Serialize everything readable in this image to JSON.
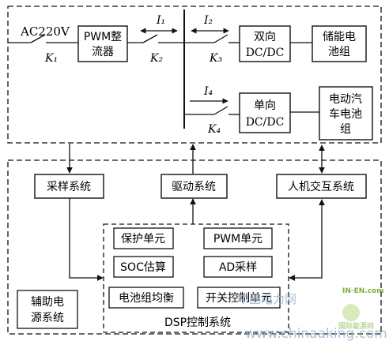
{
  "power_section": {
    "source_label": "AC220V",
    "switches": {
      "k1": "K₁",
      "k2": "K₂",
      "k3": "K₃",
      "k4": "K₄"
    },
    "currents": {
      "i1": "I₁",
      "i2": "I₂",
      "i4": "I₄"
    },
    "pwm_rectifier": [
      "PWM整",
      "流器"
    ],
    "bidirectional_dcdc": [
      "双向",
      "DC/DC"
    ],
    "storage_battery": [
      "储能电",
      "池组"
    ],
    "unidirectional_dcdc": [
      "单向",
      "DC/DC"
    ],
    "ev_battery": [
      "电动汽",
      "车电池",
      "组"
    ]
  },
  "control_section": {
    "sampling_system": "采样系统",
    "drive_system": "驱动系统",
    "hmi_system": "人机交互系统",
    "aux_power": [
      "辅助电",
      "源系统"
    ],
    "dsp_units": {
      "protection": "保护单元",
      "pwm_unit": "PWM单元",
      "soc_estimation": "SOC估算",
      "ad_sampling": "AD采样",
      "balancing": "电池组均衡",
      "switch_control": "开关控制单元"
    },
    "dsp_label": "DSP控制系统"
  },
  "watermark": {
    "text_cn": "中国电力网",
    "url": "www.chinaaking.com",
    "logo_text": "IN-EN.com",
    "logo_sub": "国际能源网"
  }
}
